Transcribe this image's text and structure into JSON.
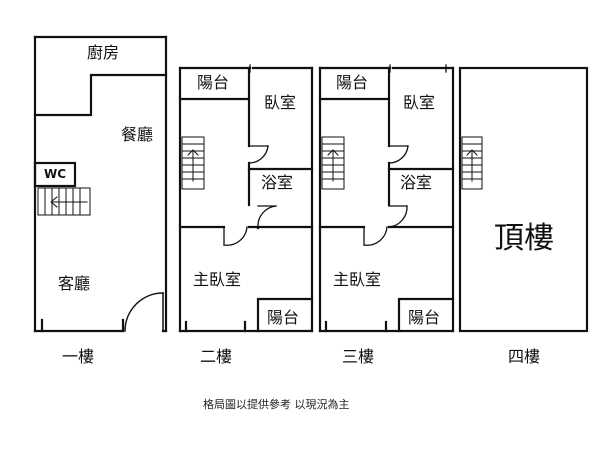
{
  "floor1": {
    "kitchen": "廚房",
    "dining": "餐廳",
    "wc": "WC",
    "living": "客廳",
    "label": "一樓"
  },
  "floor2": {
    "balcony_top": "陽台",
    "bedroom": "臥室",
    "bathroom": "浴室",
    "master": "主臥室",
    "balcony_bottom": "陽台",
    "label": "二樓"
  },
  "floor3": {
    "balcony_top": "陽台",
    "bedroom": "臥室",
    "bathroom": "浴室",
    "master": "主臥室",
    "balcony_bottom": "陽台",
    "label": "三樓"
  },
  "floor4": {
    "roof": "頂樓",
    "label": "四樓"
  },
  "footnote": "格局圖以提供參考 以現況為主"
}
